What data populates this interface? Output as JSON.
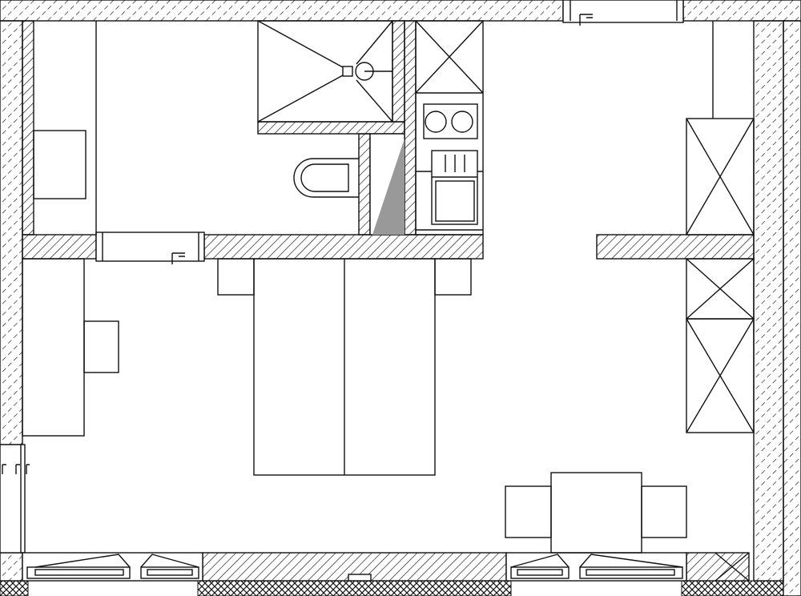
{
  "colors": {
    "line": "#111111",
    "background": "#ffffff",
    "shaded": "#999999"
  },
  "rooms": [
    "bathroom",
    "kitchenette",
    "bedroom-living",
    "entry-closet"
  ]
}
